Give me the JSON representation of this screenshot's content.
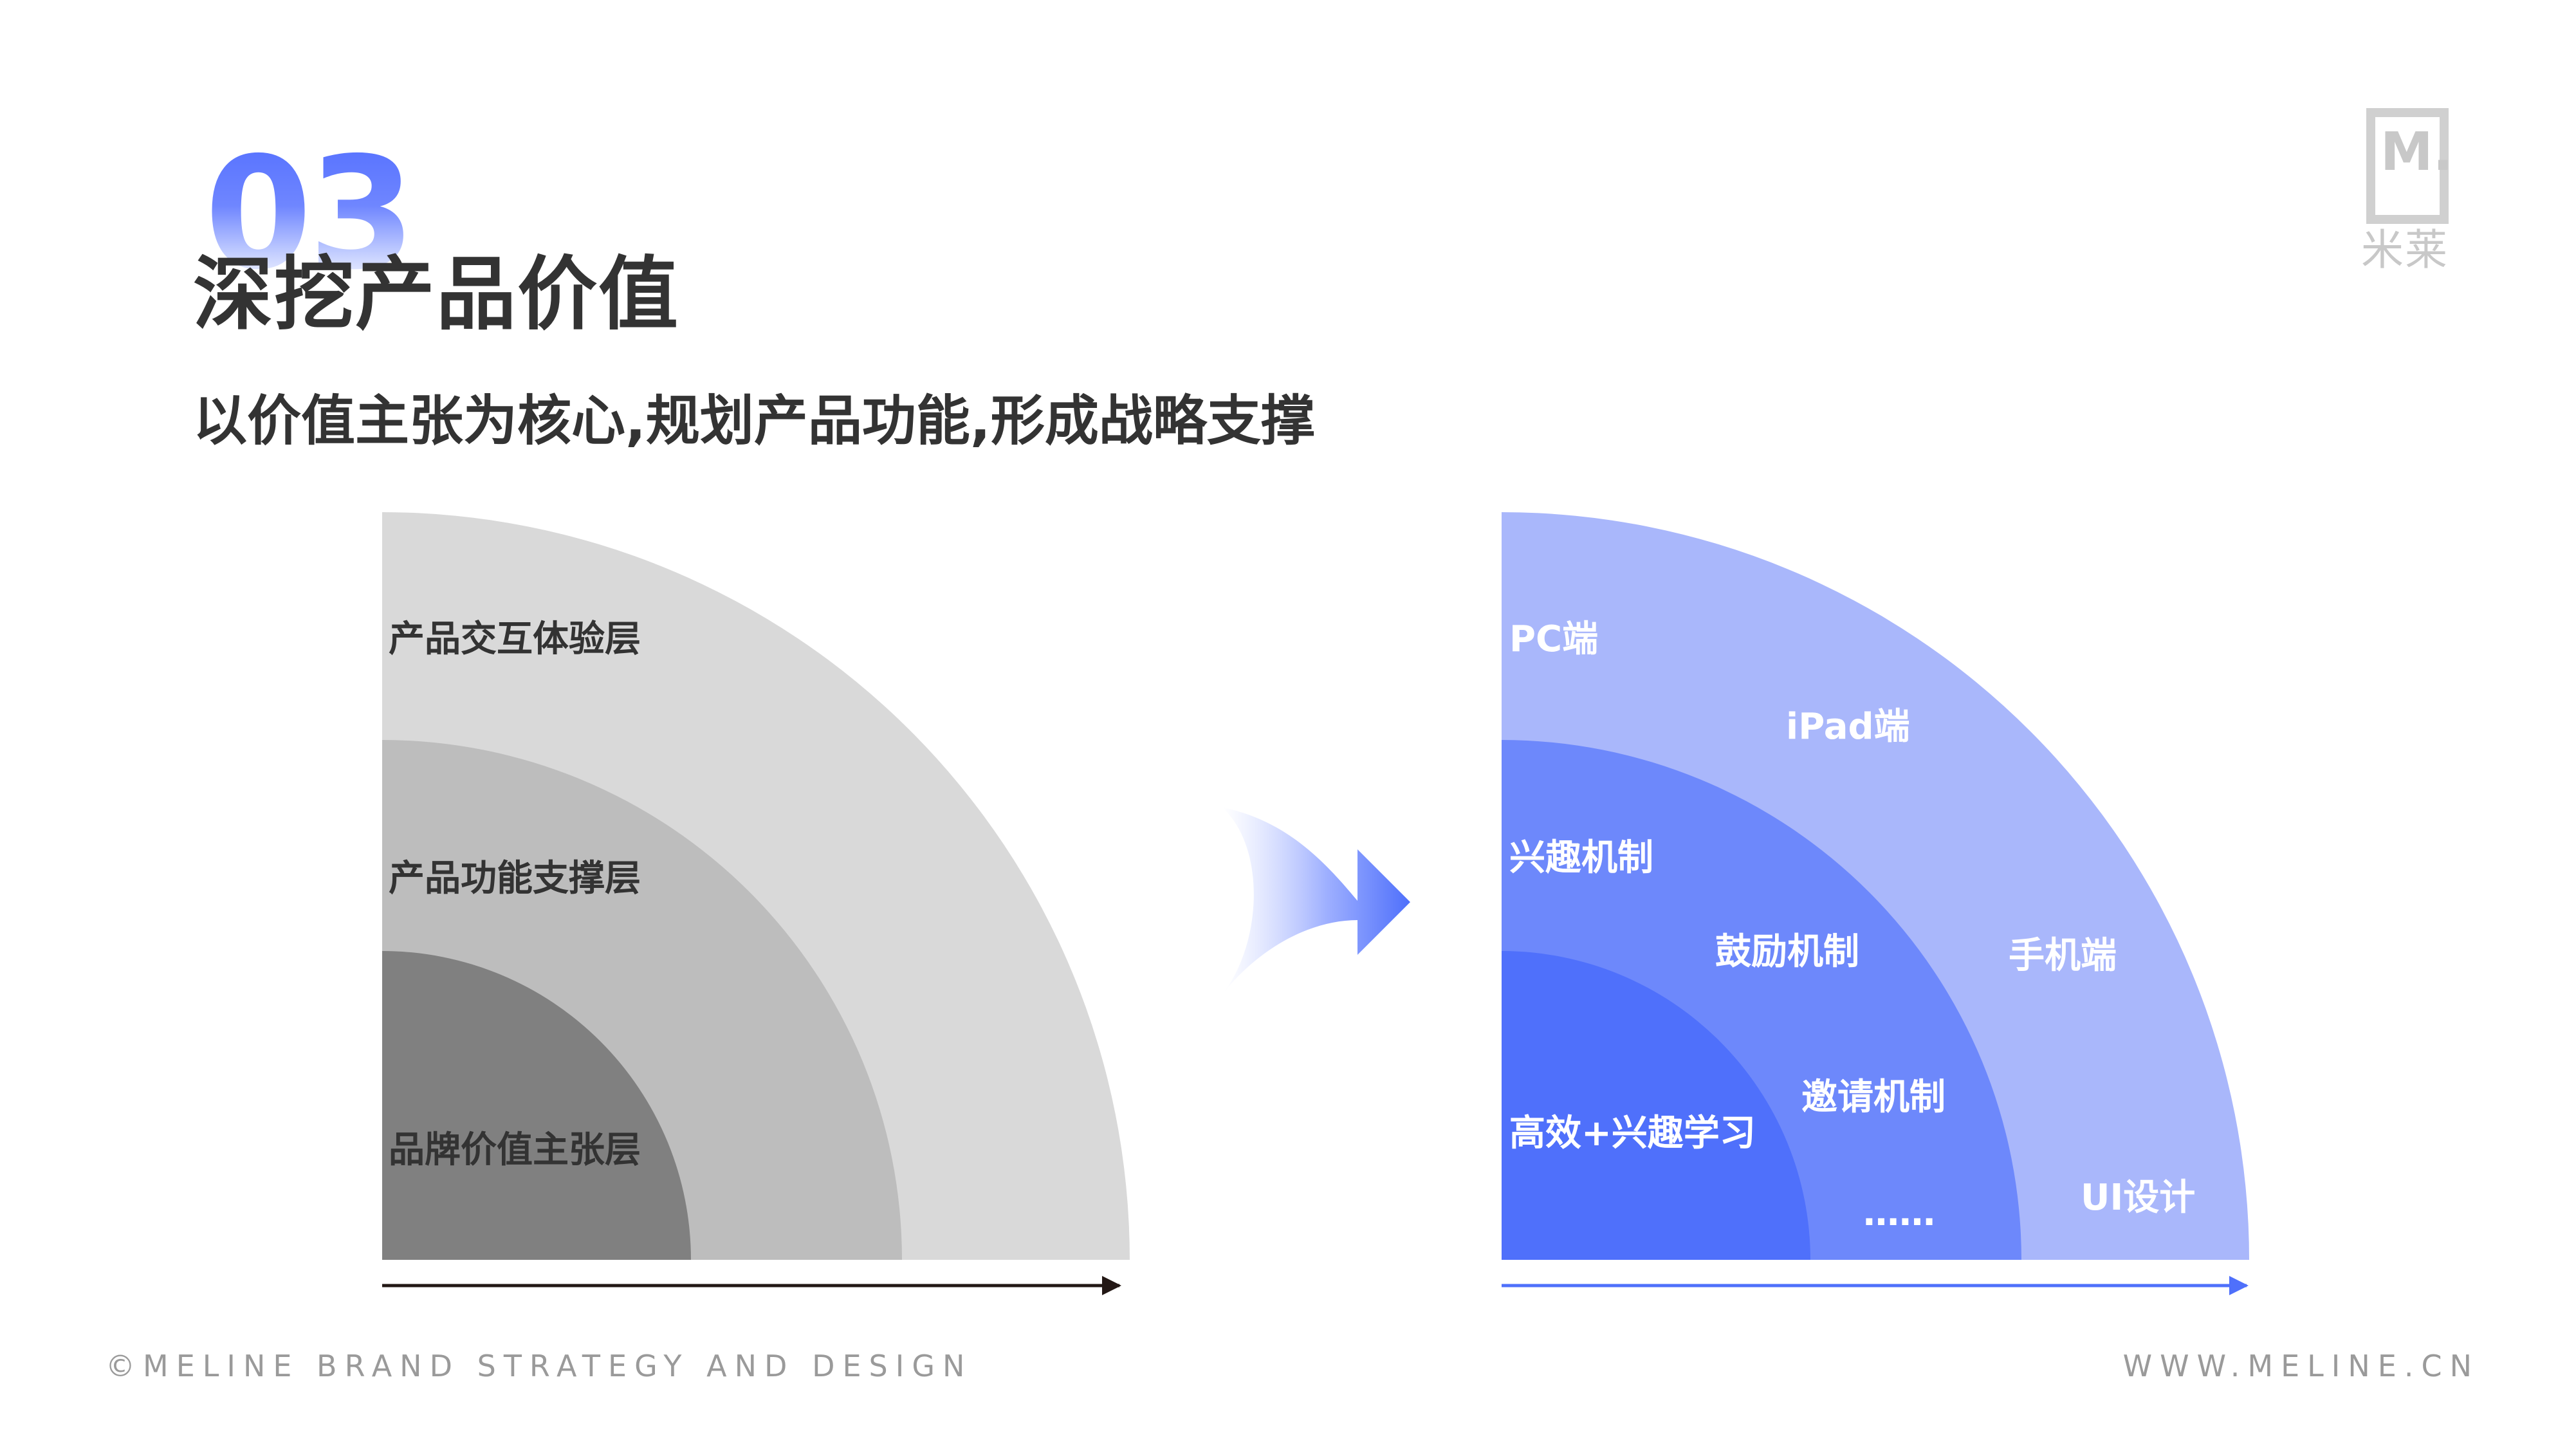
{
  "header": {
    "section_number": "03",
    "title": "深挖产品价值",
    "subtitle": "以价值主张为核心,规划产品功能,形成战略支撑"
  },
  "logo": {
    "mark": "M.",
    "name": "米莱"
  },
  "left_diagram": {
    "layers": [
      {
        "label": "产品交互体验层",
        "color": "#d9d9d9"
      },
      {
        "label": "产品功能支撑层",
        "color": "#bdbdbd"
      },
      {
        "label": "品牌价值主张层",
        "color": "#808080"
      }
    ]
  },
  "right_diagram": {
    "outer_ring": {
      "color": "#a9b7fb",
      "items": [
        "PC端",
        "iPad端",
        "手机端",
        "UI设计"
      ]
    },
    "middle_ring": {
      "color": "#6d88fb",
      "items": [
        "兴趣机制",
        "鼓励机制",
        "邀请机制",
        "……"
      ]
    },
    "core": {
      "color": "#4f70fb",
      "items": [
        "高效+兴趣学习"
      ]
    }
  },
  "colors": {
    "accent_blue": "#4f70fb",
    "text_dark": "#333333",
    "arrow_dark": "#231815"
  },
  "footer": {
    "left": "©MELINE BRAND STRATEGY AND DESIGN",
    "right": "WWW.MELINE.CN"
  }
}
